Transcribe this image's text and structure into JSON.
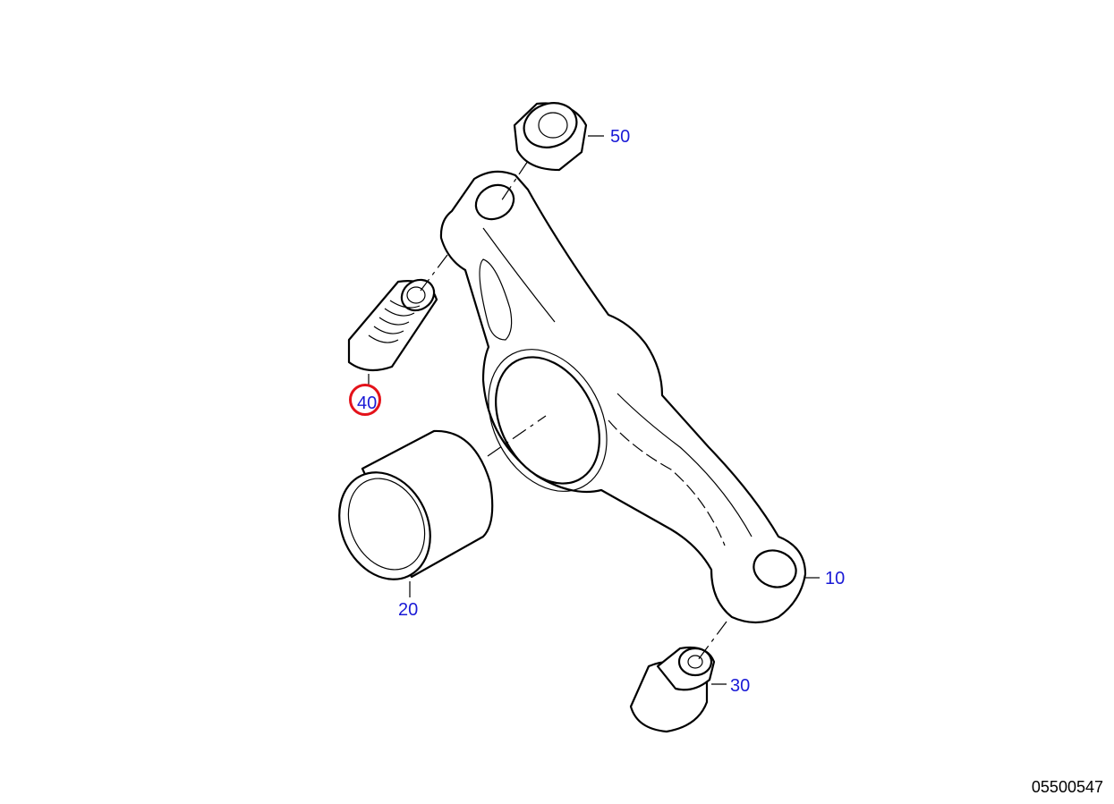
{
  "callouts": {
    "c10": "10",
    "c20": "20",
    "c30": "30",
    "c40": "40",
    "c50": "50"
  },
  "highlighted_callout": "40",
  "highlight_color": "#e4121a",
  "callout_color": "#1a1ad6",
  "document_number": "05500547"
}
